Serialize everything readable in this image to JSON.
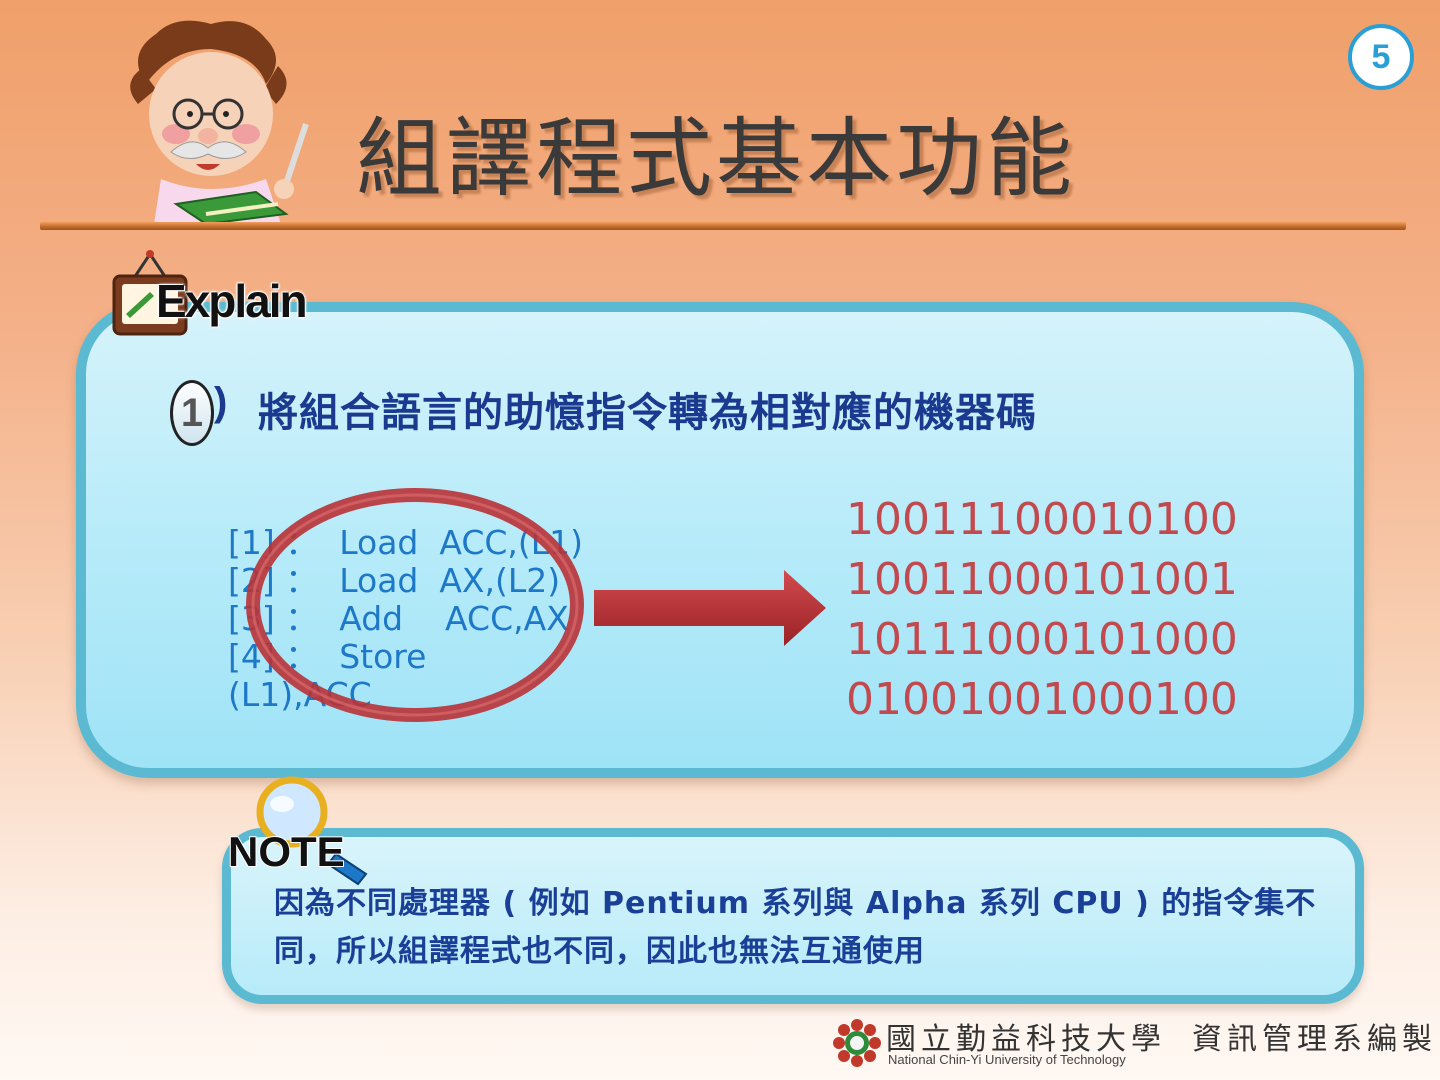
{
  "slide_number": "5",
  "title": "組譯程式基本功能",
  "explain_label": "Explain",
  "point": {
    "number": "1",
    "paren": ")",
    "text": "將組合語言的助憶指令轉為相對應的機器碼"
  },
  "code_lines": [
    "[1] ：  Load  ACC,(L1)",
    "[2] ：  Load  AX,(L2)",
    "[3] ：  Add    ACC,AX",
    "[4] ：  Store",
    "(L1),ACC"
  ],
  "binary_lines": [
    "10011100010100",
    "10011000101001",
    "10111000101000",
    "01001001000100"
  ],
  "note_label": "NOTE",
  "note_text": "因為不同處理器 ( 例如  Pentium  系列與  Alpha  系列  CPU  ) 的指令集不同，所以組譯程式也不同，因此也無法互通使用",
  "footer": {
    "school": "國立勤益科技大學",
    "dept": "資訊管理系編製",
    "school_en": "National Chin-Yi University of Technology"
  },
  "colors": {
    "accent_blue": "#2a9fd6",
    "panel_border": "#5bb9d2",
    "code_blue": "#1e78c8",
    "binary_red": "#c2494e",
    "arrow_red": "#b83236"
  }
}
